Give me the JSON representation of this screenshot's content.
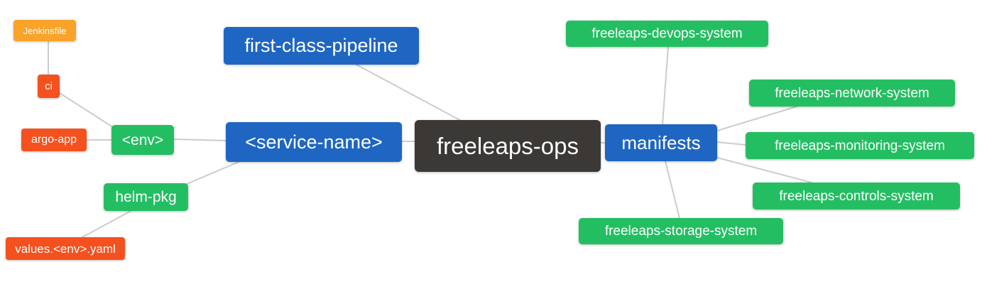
{
  "palette": {
    "node-blue": "#1e66c2",
    "node-green": "#24be62",
    "node-red": "#f4511e",
    "node-orange": "#f9a32a",
    "node-dark": "#3b3835",
    "node-text": "#ffffff",
    "edge-color": "#cccccc",
    "canvas-bg": "#ffffff"
  },
  "mindmap": {
    "root": {
      "label": "freeleaps-ops",
      "children": [
        {
          "label": "first-class-pipeline"
        },
        {
          "label": "<service-name>",
          "children": [
            {
              "label": "<env>",
              "children": [
                {
                  "label": "ci",
                  "children": [
                    {
                      "label": "Jenkinsfile"
                    }
                  ]
                },
                {
                  "label": "argo-app"
                }
              ]
            },
            {
              "label": "helm-pkg",
              "children": [
                {
                  "label": "values.<env>.yaml"
                }
              ]
            }
          ]
        },
        {
          "label": "manifests",
          "children": [
            {
              "label": "freeleaps-devops-system"
            },
            {
              "label": "freeleaps-network-system"
            },
            {
              "label": "freeleaps-monitoring-system"
            },
            {
              "label": "freeleaps-controls-system"
            },
            {
              "label": "freeleaps-storage-system"
            }
          ]
        }
      ]
    }
  }
}
